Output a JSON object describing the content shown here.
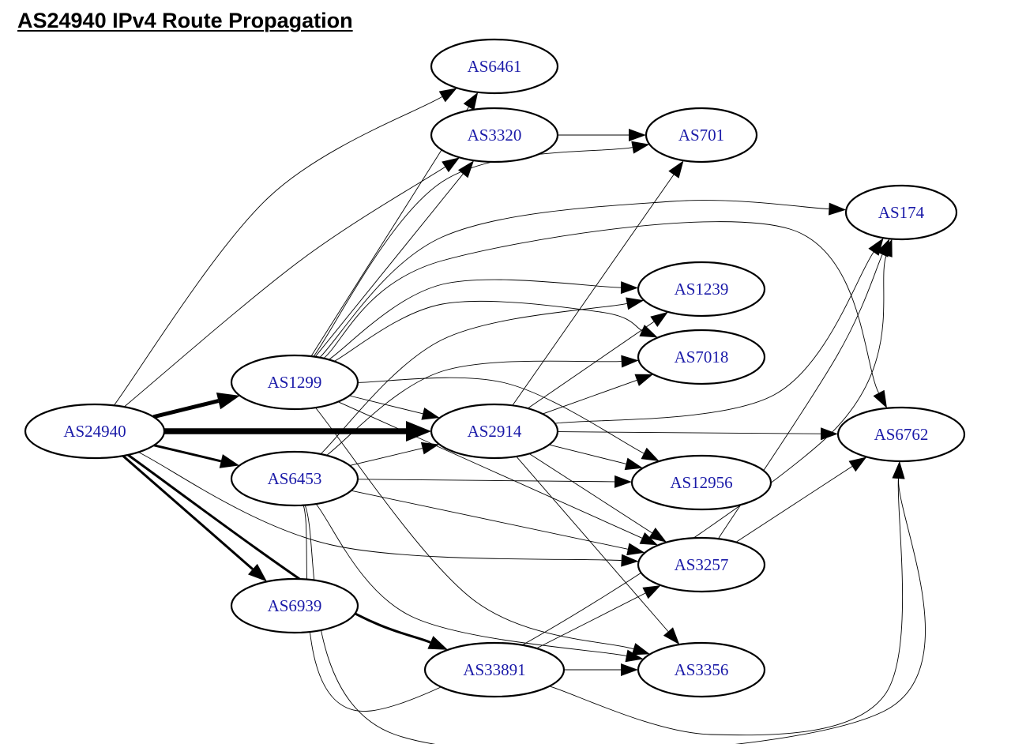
{
  "title": "AS24940 IPv4 Route Propagation",
  "colors": {
    "label": "#1a1aa8",
    "edge": "#000000",
    "node_fill": "#ffffff"
  },
  "nodes": [
    {
      "id": "AS24940",
      "label": "AS24940"
    },
    {
      "id": "AS1299",
      "label": "AS1299"
    },
    {
      "id": "AS6453",
      "label": "AS6453"
    },
    {
      "id": "AS6939",
      "label": "AS6939"
    },
    {
      "id": "AS6461",
      "label": "AS6461"
    },
    {
      "id": "AS3320",
      "label": "AS3320"
    },
    {
      "id": "AS2914",
      "label": "AS2914"
    },
    {
      "id": "AS33891",
      "label": "AS33891"
    },
    {
      "id": "AS701",
      "label": "AS701"
    },
    {
      "id": "AS1239",
      "label": "AS1239"
    },
    {
      "id": "AS7018",
      "label": "AS7018"
    },
    {
      "id": "AS12956",
      "label": "AS12956"
    },
    {
      "id": "AS3257",
      "label": "AS3257"
    },
    {
      "id": "AS3356",
      "label": "AS3356"
    },
    {
      "id": "AS174",
      "label": "AS174"
    },
    {
      "id": "AS6762",
      "label": "AS6762"
    }
  ],
  "edges": [
    {
      "from": "AS24940",
      "to": "AS2914",
      "weight": "heavy"
    },
    {
      "from": "AS24940",
      "to": "AS1299",
      "weight": "strong"
    },
    {
      "from": "AS24940",
      "to": "AS6453",
      "weight": "medium"
    },
    {
      "from": "AS24940",
      "to": "AS6939",
      "weight": "medium"
    },
    {
      "from": "AS24940",
      "to": "AS33891",
      "weight": "medium"
    },
    {
      "from": "AS24940",
      "to": "AS6461",
      "weight": "thin"
    },
    {
      "from": "AS24940",
      "to": "AS3320",
      "weight": "thin"
    },
    {
      "from": "AS24940",
      "to": "AS3257",
      "weight": "thin"
    },
    {
      "from": "AS1299",
      "to": "AS6461",
      "weight": "thin"
    },
    {
      "from": "AS1299",
      "to": "AS3320",
      "weight": "thin"
    },
    {
      "from": "AS1299",
      "to": "AS701",
      "weight": "thin"
    },
    {
      "from": "AS1299",
      "to": "AS174",
      "weight": "thin"
    },
    {
      "from": "AS1299",
      "to": "AS1239",
      "weight": "thin"
    },
    {
      "from": "AS1299",
      "to": "AS7018",
      "weight": "thin"
    },
    {
      "from": "AS1299",
      "to": "AS6762",
      "weight": "thin"
    },
    {
      "from": "AS1299",
      "to": "AS2914",
      "weight": "thin"
    },
    {
      "from": "AS1299",
      "to": "AS12956",
      "weight": "thin"
    },
    {
      "from": "AS1299",
      "to": "AS3257",
      "weight": "thin"
    },
    {
      "from": "AS1299",
      "to": "AS3356",
      "weight": "thin"
    },
    {
      "from": "AS6453",
      "to": "AS1239",
      "weight": "thin"
    },
    {
      "from": "AS6453",
      "to": "AS7018",
      "weight": "thin"
    },
    {
      "from": "AS6453",
      "to": "AS2914",
      "weight": "thin"
    },
    {
      "from": "AS6453",
      "to": "AS12956",
      "weight": "thin"
    },
    {
      "from": "AS6453",
      "to": "AS3257",
      "weight": "thin"
    },
    {
      "from": "AS6453",
      "to": "AS3356",
      "weight": "thin"
    },
    {
      "from": "AS6453",
      "to": "AS174",
      "weight": "thin"
    },
    {
      "from": "AS6453",
      "to": "AS6762",
      "weight": "thin"
    },
    {
      "from": "AS2914",
      "to": "AS701",
      "weight": "thin"
    },
    {
      "from": "AS2914",
      "to": "AS1239",
      "weight": "thin"
    },
    {
      "from": "AS2914",
      "to": "AS7018",
      "weight": "thin"
    },
    {
      "from": "AS2914",
      "to": "AS6762",
      "weight": "thin"
    },
    {
      "from": "AS2914",
      "to": "AS12956",
      "weight": "thin"
    },
    {
      "from": "AS2914",
      "to": "AS3257",
      "weight": "thin"
    },
    {
      "from": "AS2914",
      "to": "AS3356",
      "weight": "thin"
    },
    {
      "from": "AS2914",
      "to": "AS174",
      "weight": "thin"
    },
    {
      "from": "AS3320",
      "to": "AS701",
      "weight": "thin"
    },
    {
      "from": "AS3257",
      "to": "AS6762",
      "weight": "thin"
    },
    {
      "from": "AS3257",
      "to": "AS174",
      "weight": "thin"
    },
    {
      "from": "AS33891",
      "to": "AS3257",
      "weight": "thin"
    },
    {
      "from": "AS33891",
      "to": "AS3356",
      "weight": "thin"
    },
    {
      "from": "AS33891",
      "to": "AS6762",
      "weight": "thin"
    }
  ]
}
